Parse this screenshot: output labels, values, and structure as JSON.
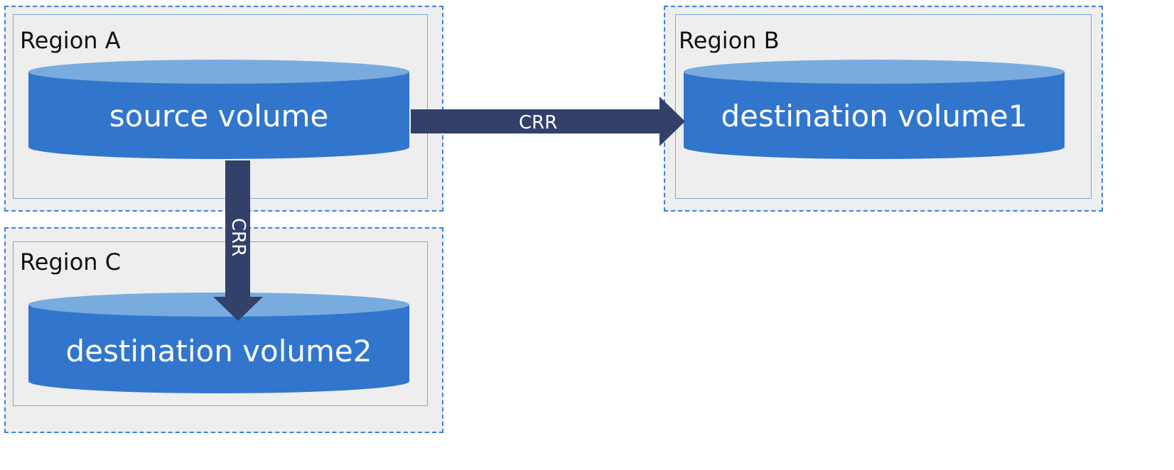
{
  "regions": {
    "a": {
      "label": "Region A"
    },
    "b": {
      "label": "Region B"
    },
    "c": {
      "label": "Region C"
    }
  },
  "volumes": {
    "source": {
      "label": "source volume"
    },
    "dest1": {
      "label": "destination volume1"
    },
    "dest2": {
      "label": "destination volume2"
    }
  },
  "arrows": {
    "to_b": {
      "label": "CRR"
    },
    "to_c": {
      "label": "CRR"
    }
  },
  "colors": {
    "cylinder_body": "#3176cc",
    "cylinder_top": "#79acde",
    "arrow": "#33406a",
    "region_border": "#3b82d6",
    "region_fill": "#eeeeee"
  }
}
